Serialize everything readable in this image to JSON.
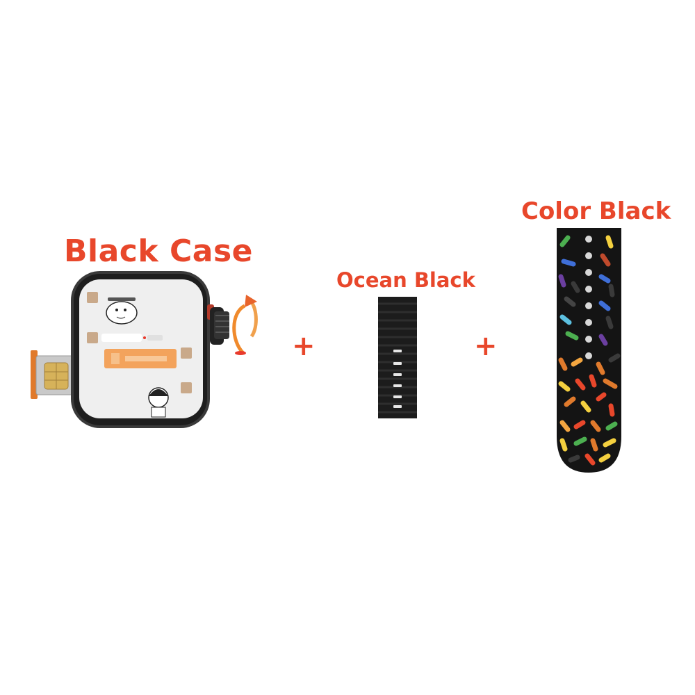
{
  "labels": {
    "case": "Black Case",
    "strap1": "Ocean Black",
    "strap2": "Color Black"
  },
  "plus_signs": [
    "+",
    "+"
  ],
  "colors": {
    "accent": "#e8472b",
    "case": "#2a2a2a",
    "strap": "#111111"
  }
}
